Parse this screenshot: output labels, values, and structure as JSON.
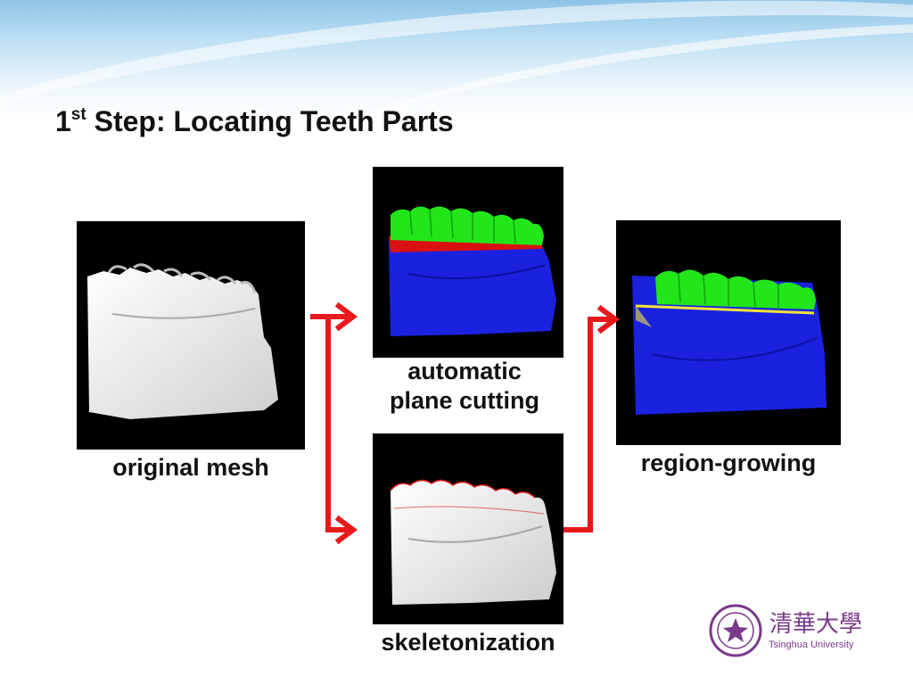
{
  "slide": {
    "title_number": "1",
    "title_suffix": "st",
    "title_rest": " Step: Locating Teeth Parts"
  },
  "panels": {
    "original": {
      "caption": "original mesh"
    },
    "plane_cutting": {
      "caption_line1": "automatic",
      "caption_line2": "plane cutting"
    },
    "skeletonization": {
      "caption": "skeletonization"
    },
    "region_growing": {
      "caption": "region-growing"
    }
  },
  "logo": {
    "name": "Tsinghua University",
    "chinese": "清華大學",
    "color": "#7a3a8a"
  },
  "colors": {
    "arrow": "#e8191c",
    "teeth_green": "#22e61a",
    "jaw_blue": "#1a22e0",
    "cut_red": "#d81010",
    "boundary_yellow": "#f2e23a"
  }
}
